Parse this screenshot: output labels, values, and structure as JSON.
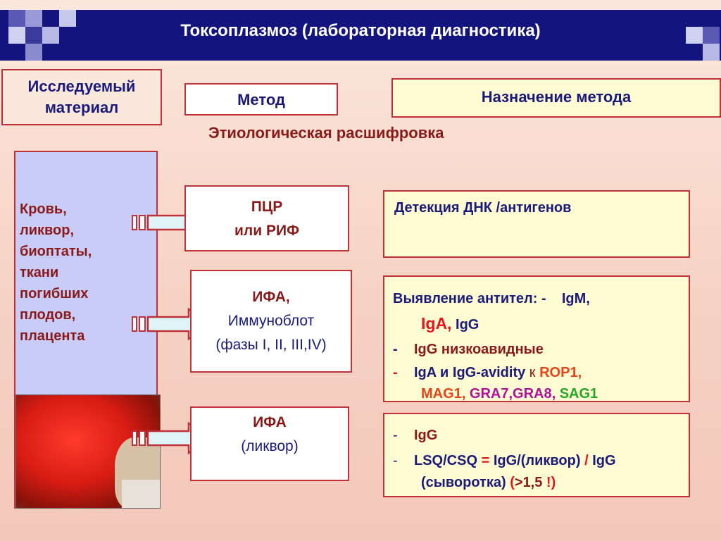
{
  "title": "Токсоплазмоз  (лабораторная диагностика)",
  "headers": {
    "material": [
      "Исследуемый",
      "материал"
    ],
    "method": "Метод",
    "purpose": "Назначение метода"
  },
  "subtitle": "Этиологическая расшифровка",
  "material_lines": [
    "Кровь,",
    "ликвор,",
    "биоптаты,",
    "ткани",
    "погибших",
    "плодов,",
    "плацента"
  ],
  "methods": [
    {
      "lines": [
        "ПЦР",
        "или РИФ"
      ]
    },
    {
      "lines": [
        "ИФА,",
        "Иммуноблот",
        "(фазы I, II, III,IV)"
      ]
    },
    {
      "lines": [
        "ИФА",
        "(ликвор)"
      ]
    }
  ],
  "purposes": {
    "p1": "Детекция ДНК /антигенов",
    "p2": {
      "l1a": "Выявление антител: -",
      "l1b": "IgM,",
      "l2a": "IgA,",
      "l2b": "IgG",
      "l3dash": "-",
      "l3": "IgG низкоавидные",
      "l4dash": "-",
      "l4a": "IgA и IgG-avidity",
      "l4b": "к",
      "l4c": "ROP1,",
      "l5a": "MAG1,",
      "l5b": "GRA7,GRA8,",
      "l5c": "SAG1"
    },
    "p3": {
      "l1dash": "-",
      "l1": "IgG",
      "l2dash": "-",
      "l2a": "LSQ/CSQ",
      "l2b": "=",
      "l2c": "IgG/(ликвор)",
      "l2d": "/",
      "l2e": "IgG",
      "l3a": "(сыворотка)",
      "l3b": "(",
      "l3c": ">1,5",
      "l3d": "!",
      "l3e": ")"
    }
  },
  "colors": {
    "titlebar": "#14147e",
    "border": "#c0313a",
    "navy": "#1a1a7a",
    "brown": "#8a1a1a",
    "red": "#e8141b",
    "purple": "#b0109a",
    "green": "#22a822"
  }
}
